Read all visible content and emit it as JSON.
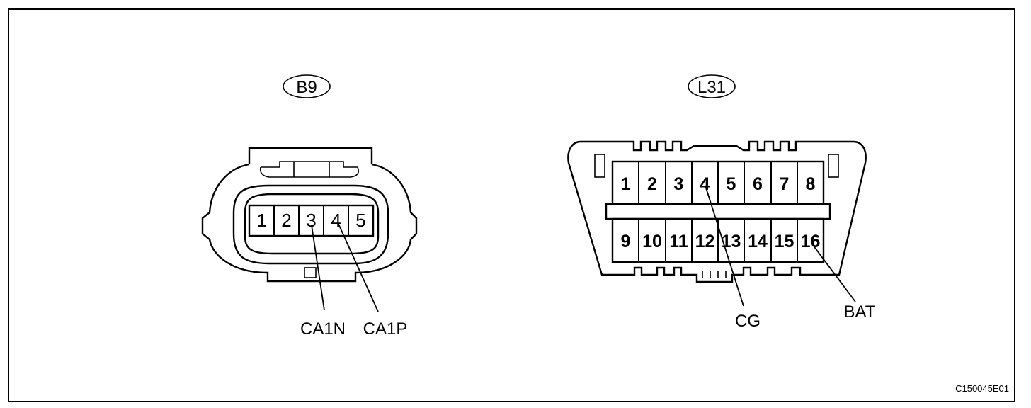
{
  "figure_id": "C150045E01",
  "connectors": [
    {
      "label": "B9",
      "pins": [
        "1",
        "2",
        "3",
        "4",
        "5"
      ],
      "signals": [
        "CA1N",
        "CA1P"
      ]
    },
    {
      "label": "L31",
      "pins_top": [
        "1",
        "2",
        "3",
        "4",
        "5",
        "6",
        "7",
        "8"
      ],
      "pins_bottom": [
        "9",
        "10",
        "11",
        "12",
        "13",
        "14",
        "15",
        "16"
      ],
      "signals": [
        "CG",
        "BAT"
      ]
    }
  ]
}
